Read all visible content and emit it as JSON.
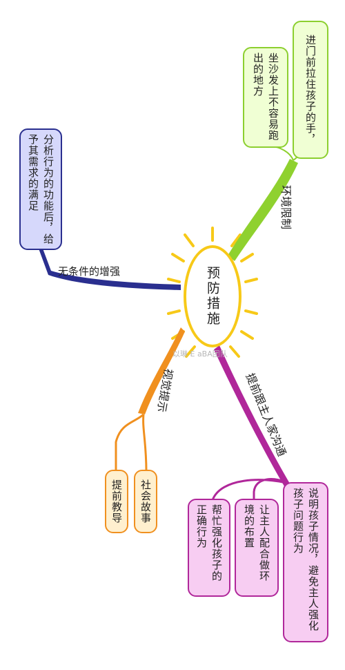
{
  "center": {
    "label": "预防措施"
  },
  "branches": {
    "environment": {
      "label": "环境限制",
      "color": "#8fd12f",
      "items": [
        "进门前拉住孩子的手，",
        "坐沙发上不容易跑出的地方"
      ]
    },
    "reinforcement": {
      "label": "无条件的增强",
      "color": "#2a2f8f",
      "items": [
        "分析行为的功能后，给予其需求的满足"
      ]
    },
    "visual": {
      "label": "视觉提示",
      "color": "#f0901f",
      "items": [
        "社会故事",
        "提前教导"
      ]
    },
    "communicate": {
      "label": "提前跟主人家沟通",
      "color": "#b0279a",
      "items": [
        "说明孩子情况，避免主人强化孩子问题行为",
        "让主人配合做环境的布置",
        "帮忙强化孩子的正确行为"
      ]
    }
  },
  "sun_color": "#f7c918",
  "watermark": "以琳 E aBA团队"
}
